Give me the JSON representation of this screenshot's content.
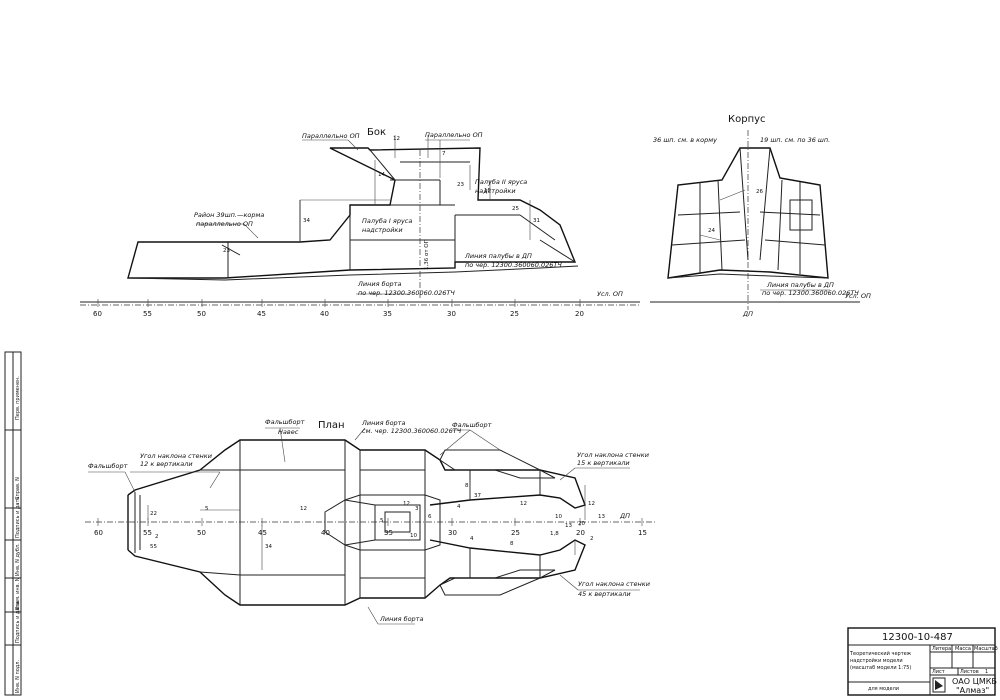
{
  "views": {
    "side": {
      "title": "Бок",
      "labels": {
        "parallel_op_left": "Параллельно ОП",
        "parallel_op_right": "Параллельно ОП",
        "raion": "Район 39шп.—корма",
        "raion2": "параллельно ОП",
        "deck2_a": "Палуба II яруса",
        "deck2_b": "надстройки",
        "deck1_a": "Палуба I яруса",
        "deck1_b": "надстройки",
        "deck_line_a": "Линия палубы в ДП",
        "deck_line_b": "по чер. 12300.360060.026ТЧ",
        "board_line_a": "Линия борта",
        "board_line_b": "по чер. 12300.360060.026ТЧ",
        "usl_op": "Усл. ОП",
        "vert_dim": "1,36 от ОП"
      },
      "dims": [
        "12",
        "7",
        "14",
        "23",
        "15",
        "34",
        "31",
        "23",
        "25"
      ],
      "ticks": [
        "60",
        "55",
        "50",
        "45",
        "40",
        "35",
        "30",
        "25",
        "20"
      ]
    },
    "hull": {
      "title": "Корпус",
      "label_left": "36 шп. см. в корму",
      "label_right": "19 шп. см. по 36 шп.",
      "deck_line_a": "Линия палубы в ДП",
      "deck_line_b": "по чер. 12300.360060.026ТЧ",
      "usl_op": "Усл. ОП",
      "dp": "ДП",
      "dims": [
        "26",
        "24"
      ]
    },
    "plan": {
      "title": "План",
      "labels": {
        "falshbort1": "Фальшборт",
        "naves": "Навес",
        "board_line_top_a": "Линия борта",
        "board_line_top_b": "см. чер. 12300.360060.026ТЧ",
        "falshbort2": "Фальшборт",
        "falshbort3": "Фальшборт",
        "angle12_a": "Угол наклона стенки",
        "angle12_b": "12 к вертикали",
        "angle15_a": "Угол наклона стенки",
        "angle15_b": "15 к вертикали",
        "angle45_a": "Угол наклона стенки",
        "angle45_b": "45 к вертикали",
        "board_line_bottom": "Линия борта",
        "dp": "ДП"
      },
      "dims": [
        "22",
        "55",
        "5",
        "2",
        "34",
        "12",
        "6",
        "10",
        "5",
        "37",
        "8",
        "4",
        "3",
        "12",
        "8",
        "4",
        "12",
        "1,8",
        "13",
        "2",
        "13",
        "20",
        "10",
        "12"
      ],
      "ticks": [
        "60",
        "55",
        "50",
        "45",
        "40",
        "35",
        "30",
        "25",
        "20",
        "15"
      ]
    }
  },
  "side_stamp": [
    "Перв. применен.",
    "Справ. N",
    "Подпись и дата",
    "Инв. N дубл.",
    "Взам. инв. N",
    "Подпись и дата",
    "Инв. N подл."
  ],
  "title_block": {
    "doc_number": "12300-10-487",
    "description_1": "Теоретический чертеж",
    "description_2": "надстройки модели",
    "description_3": "(масштаб модели 1:75)",
    "col_litera": "Литера",
    "col_mass": "Масса",
    "col_scale": "Масштаб",
    "sheet_label": "Лист",
    "sheets_label": "Листов",
    "sheets_value": "1",
    "purpose": "для модели",
    "org_1": "ОАО ЦМКБ",
    "org_2": "\"Алмаз\""
  }
}
